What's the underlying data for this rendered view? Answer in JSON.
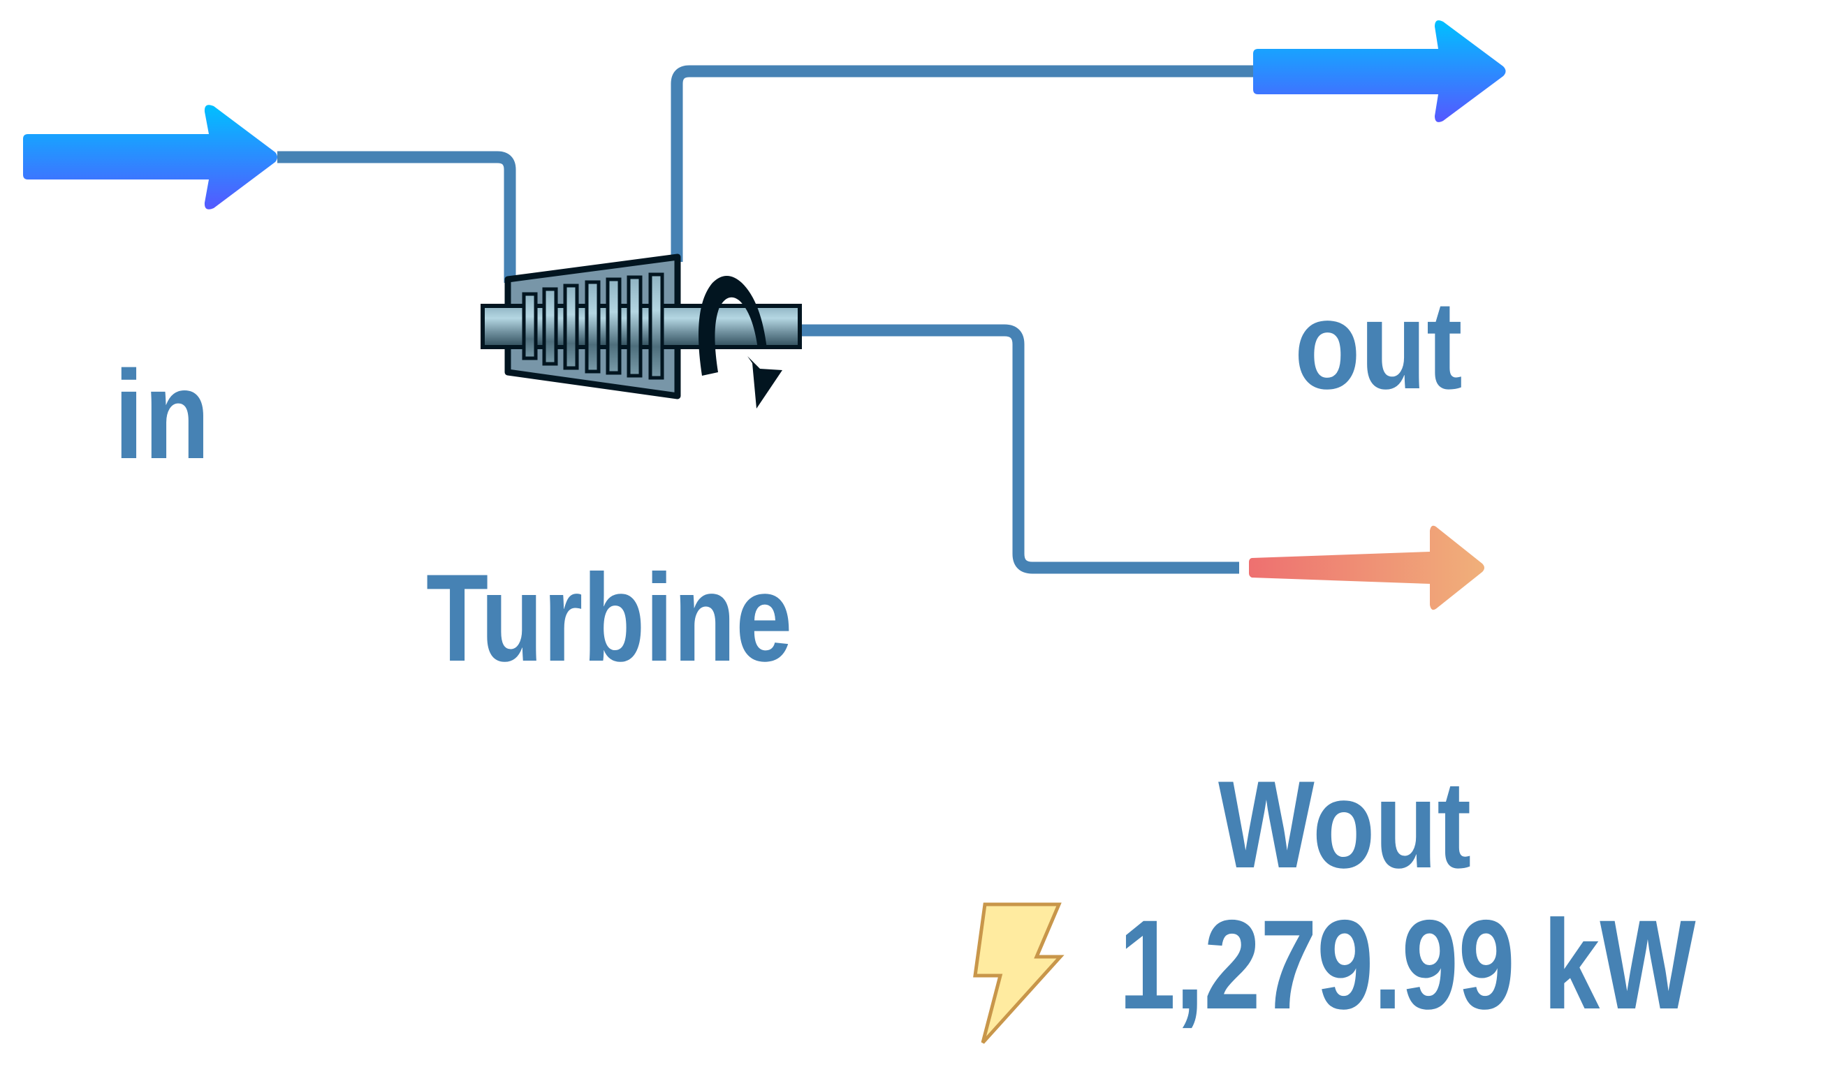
{
  "diagram": {
    "type": "process-flow",
    "unit": {
      "name": "Turbine",
      "icon": "steam-turbine-icon"
    },
    "streams": [
      {
        "id": "in",
        "label": "in",
        "kind": "material",
        "direction": "inlet",
        "icon": "arrow-right-icon"
      },
      {
        "id": "out",
        "label": "out",
        "kind": "material",
        "direction": "outlet",
        "icon": "arrow-right-icon"
      },
      {
        "id": "Wout",
        "label": "Wout",
        "kind": "energy",
        "direction": "outlet",
        "icon": "arrow-right-icon"
      }
    ],
    "power": {
      "label": "Wout",
      "value": "1,279.99",
      "unit": "kW",
      "display": "1,279.99 kW",
      "icon": "lightning-bolt-icon"
    }
  },
  "colors": {
    "pipe": "#4682B4",
    "text": "#4682B4",
    "material_arrow_top": "#00C0FF",
    "material_arrow_bottom": "#5558FF",
    "energy_arrow_left": "#EE7070",
    "energy_arrow_right": "#F0B07A",
    "turbine_body": "#7896A8",
    "turbine_outline": "#021520",
    "shaft_light": "#B4D6E2",
    "shaft_dark": "#3A5A68",
    "bolt_fill": "#FFEBA0",
    "bolt_outline": "#C8964A"
  }
}
